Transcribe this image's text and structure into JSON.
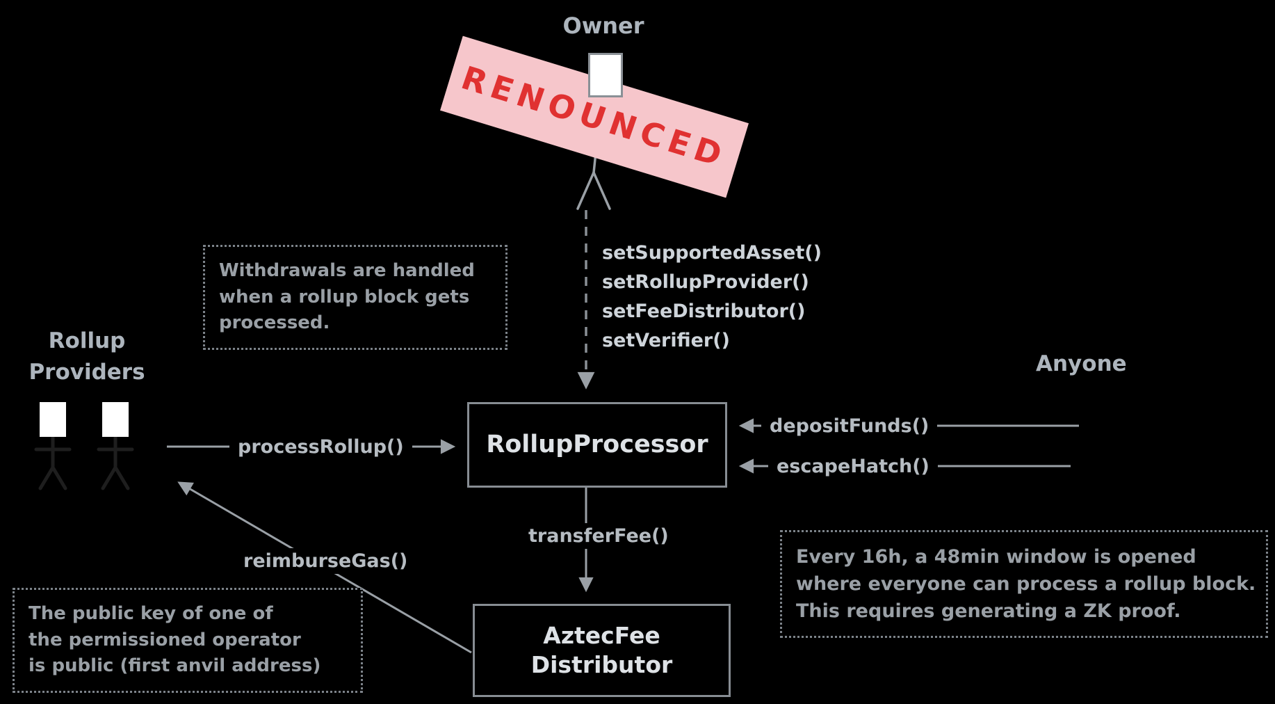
{
  "diagram": {
    "title_actor": "Owner",
    "stamp": "RENOUNCED",
    "owner_methods": [
      "setSupportedAsset()",
      "setRollupProvider()",
      "setFeeDistributor()",
      "setVerifier()"
    ],
    "actors": {
      "rollup_providers_line1": "Rollup",
      "rollup_providers_line2": "Providers",
      "anyone": "Anyone"
    },
    "nodes": {
      "rollup_processor": "RollupProcessor",
      "fee_distributor_line1": "AztecFee",
      "fee_distributor_line2": "Distributor"
    },
    "edges": {
      "process_rollup": "processRollup()",
      "deposit_funds": "depositFunds()",
      "escape_hatch": "escapeHatch()",
      "transfer_fee": "transferFee()",
      "reimburse_gas": "reimburseGas()"
    },
    "notes": {
      "withdrawals": {
        "lines": [
          "Withdrawals are handled",
          "when a rollup block gets",
          "processed."
        ]
      },
      "public_key": {
        "lines": [
          "The public key of one of",
          "the permissioned operator",
          "is public (first anvil address)"
        ]
      },
      "escape_window": {
        "lines": [
          "Every 16h, a 48min window is opened",
          "where everyone can process a rollup block.",
          "This requires generating a ZK proof."
        ]
      }
    },
    "colors": {
      "background": "#000000",
      "stroke": "#9aa0a6",
      "text_primary": "#ced4da",
      "text_secondary": "#9aa0a6",
      "stamp_bg": "#f6c6cb",
      "stamp_text": "#e03131"
    }
  }
}
